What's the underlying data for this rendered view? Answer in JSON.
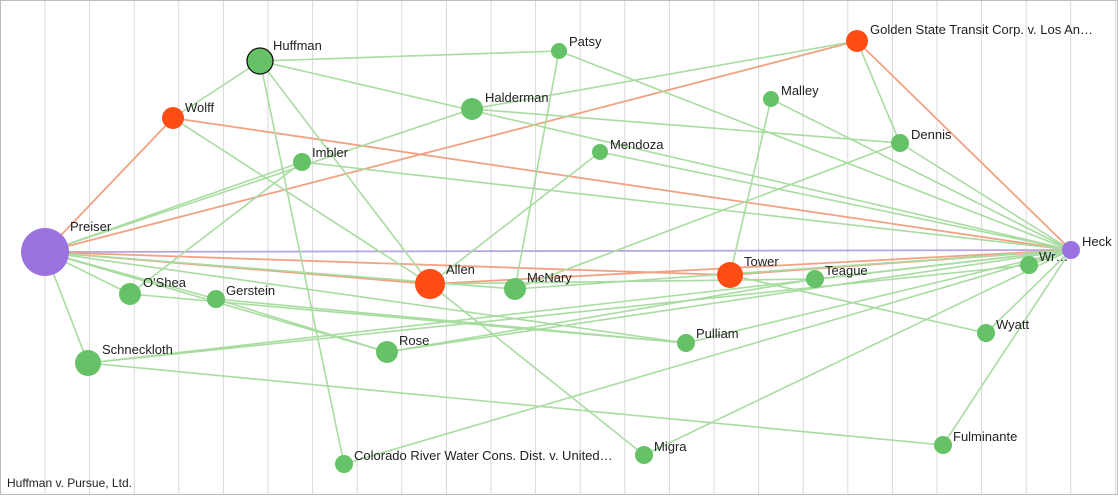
{
  "caption": "Huffman v. Pursue, Ltd.",
  "colors": {
    "grid": "#d9d9d9",
    "edge_green": "#a8dca0",
    "edge_orange": "#f2a283",
    "edge_purple": "#b6a4e0",
    "node_green": "#66c266",
    "node_orange": "#ff4c14",
    "node_purple": "#9b72e0"
  },
  "nodes": [
    {
      "id": "preiser",
      "label": "Preiser",
      "color": "purple"
    },
    {
      "id": "heck",
      "label": "Heck",
      "color": "purple"
    },
    {
      "id": "huffman",
      "label": "Huffman",
      "color": "green",
      "outlined": true
    },
    {
      "id": "patsy",
      "label": "Patsy",
      "color": "green"
    },
    {
      "id": "golden",
      "label": "Golden State Transit Corp. v. Los An…",
      "color": "orange"
    },
    {
      "id": "wolff",
      "label": "Wolff",
      "color": "orange"
    },
    {
      "id": "halderman",
      "label": "Halderman",
      "color": "green"
    },
    {
      "id": "malley",
      "label": "Malley",
      "color": "green"
    },
    {
      "id": "dennis",
      "label": "Dennis",
      "color": "green"
    },
    {
      "id": "imbler",
      "label": "Imbler",
      "color": "green"
    },
    {
      "id": "mendoza",
      "label": "Mendoza",
      "color": "green"
    },
    {
      "id": "allen",
      "label": "Allen",
      "color": "orange"
    },
    {
      "id": "mcnary",
      "label": "McNary",
      "color": "green"
    },
    {
      "id": "tower",
      "label": "Tower",
      "color": "orange"
    },
    {
      "id": "teague",
      "label": "Teague",
      "color": "green"
    },
    {
      "id": "wr",
      "label": "Wr…",
      "color": "green"
    },
    {
      "id": "oshea",
      "label": "O'Shea",
      "color": "green"
    },
    {
      "id": "gerstein",
      "label": "Gerstein",
      "color": "green"
    },
    {
      "id": "schneckloth",
      "label": "Schneckloth",
      "color": "green"
    },
    {
      "id": "rose",
      "label": "Rose",
      "color": "green"
    },
    {
      "id": "pulliam",
      "label": "Pulliam",
      "color": "green"
    },
    {
      "id": "wyatt",
      "label": "Wyatt",
      "color": "green"
    },
    {
      "id": "colorado",
      "label": "Colorado River Water Cons. Dist. v. United…",
      "color": "green"
    },
    {
      "id": "migra",
      "label": "Migra",
      "color": "green"
    },
    {
      "id": "fulminante",
      "label": "Fulminante",
      "color": "green"
    }
  ],
  "edges": [
    {
      "source": "preiser",
      "target": "heck",
      "color": "purple"
    },
    {
      "source": "preiser",
      "target": "wolff",
      "color": "orange"
    },
    {
      "source": "preiser",
      "target": "golden",
      "color": "orange"
    },
    {
      "source": "preiser",
      "target": "allen",
      "color": "orange"
    },
    {
      "source": "preiser",
      "target": "tower",
      "color": "orange"
    },
    {
      "source": "wolff",
      "target": "heck",
      "color": "orange"
    },
    {
      "source": "golden",
      "target": "heck",
      "color": "orange"
    },
    {
      "source": "allen",
      "target": "heck",
      "color": "orange"
    },
    {
      "source": "tower",
      "target": "heck",
      "color": "orange"
    },
    {
      "source": "preiser",
      "target": "imbler",
      "color": "green"
    },
    {
      "source": "preiser",
      "target": "oshea",
      "color": "green"
    },
    {
      "source": "preiser",
      "target": "gerstein",
      "color": "green"
    },
    {
      "source": "preiser",
      "target": "schneckloth",
      "color": "green"
    },
    {
      "source": "preiser",
      "target": "mcnary",
      "color": "green"
    },
    {
      "source": "preiser",
      "target": "rose",
      "color": "green"
    },
    {
      "source": "preiser",
      "target": "halderman",
      "color": "green"
    },
    {
      "source": "preiser",
      "target": "pulliam",
      "color": "green"
    },
    {
      "source": "huffman",
      "target": "patsy",
      "color": "green"
    },
    {
      "source": "huffman",
      "target": "colorado",
      "color": "green"
    },
    {
      "source": "huffman",
      "target": "wolff",
      "color": "green"
    },
    {
      "source": "huffman",
      "target": "allen",
      "color": "green"
    },
    {
      "source": "huffman",
      "target": "heck",
      "color": "green"
    },
    {
      "source": "wolff",
      "target": "allen",
      "color": "green"
    },
    {
      "source": "patsy",
      "target": "mcnary",
      "color": "green"
    },
    {
      "source": "patsy",
      "target": "heck",
      "color": "green"
    },
    {
      "source": "halderman",
      "target": "golden",
      "color": "green"
    },
    {
      "source": "halderman",
      "target": "dennis",
      "color": "green"
    },
    {
      "source": "golden",
      "target": "dennis",
      "color": "green"
    },
    {
      "source": "malley",
      "target": "tower",
      "color": "green"
    },
    {
      "source": "malley",
      "target": "heck",
      "color": "green"
    },
    {
      "source": "dennis",
      "target": "heck",
      "color": "green"
    },
    {
      "source": "dennis",
      "target": "mcnary",
      "color": "green"
    },
    {
      "source": "imbler",
      "target": "oshea",
      "color": "green"
    },
    {
      "source": "imbler",
      "target": "heck",
      "color": "green"
    },
    {
      "source": "mendoza",
      "target": "allen",
      "color": "green"
    },
    {
      "source": "mendoza",
      "target": "heck",
      "color": "green"
    },
    {
      "source": "allen",
      "target": "teague",
      "color": "green"
    },
    {
      "source": "allen",
      "target": "migra",
      "color": "green"
    },
    {
      "source": "mcnary",
      "target": "heck",
      "color": "green"
    },
    {
      "source": "tower",
      "target": "wyatt",
      "color": "green"
    },
    {
      "source": "teague",
      "target": "heck",
      "color": "green"
    },
    {
      "source": "teague",
      "target": "rose",
      "color": "green"
    },
    {
      "source": "oshea",
      "target": "pulliam",
      "color": "green"
    },
    {
      "source": "gerstein",
      "target": "rose",
      "color": "green"
    },
    {
      "source": "gerstein",
      "target": "pulliam",
      "color": "green"
    },
    {
      "source": "schneckloth",
      "target": "wr",
      "color": "green"
    },
    {
      "source": "schneckloth",
      "target": "heck",
      "color": "green"
    },
    {
      "source": "schneckloth",
      "target": "fulminante",
      "color": "green"
    },
    {
      "source": "rose",
      "target": "heck",
      "color": "green"
    },
    {
      "source": "pulliam",
      "target": "heck",
      "color": "green"
    },
    {
      "source": "wyatt",
      "target": "heck",
      "color": "green"
    },
    {
      "source": "colorado",
      "target": "heck",
      "color": "green"
    },
    {
      "source": "migra",
      "target": "heck",
      "color": "green"
    },
    {
      "source": "fulminante",
      "target": "heck",
      "color": "green"
    },
    {
      "source": "wr",
      "target": "heck",
      "color": "green"
    }
  ]
}
